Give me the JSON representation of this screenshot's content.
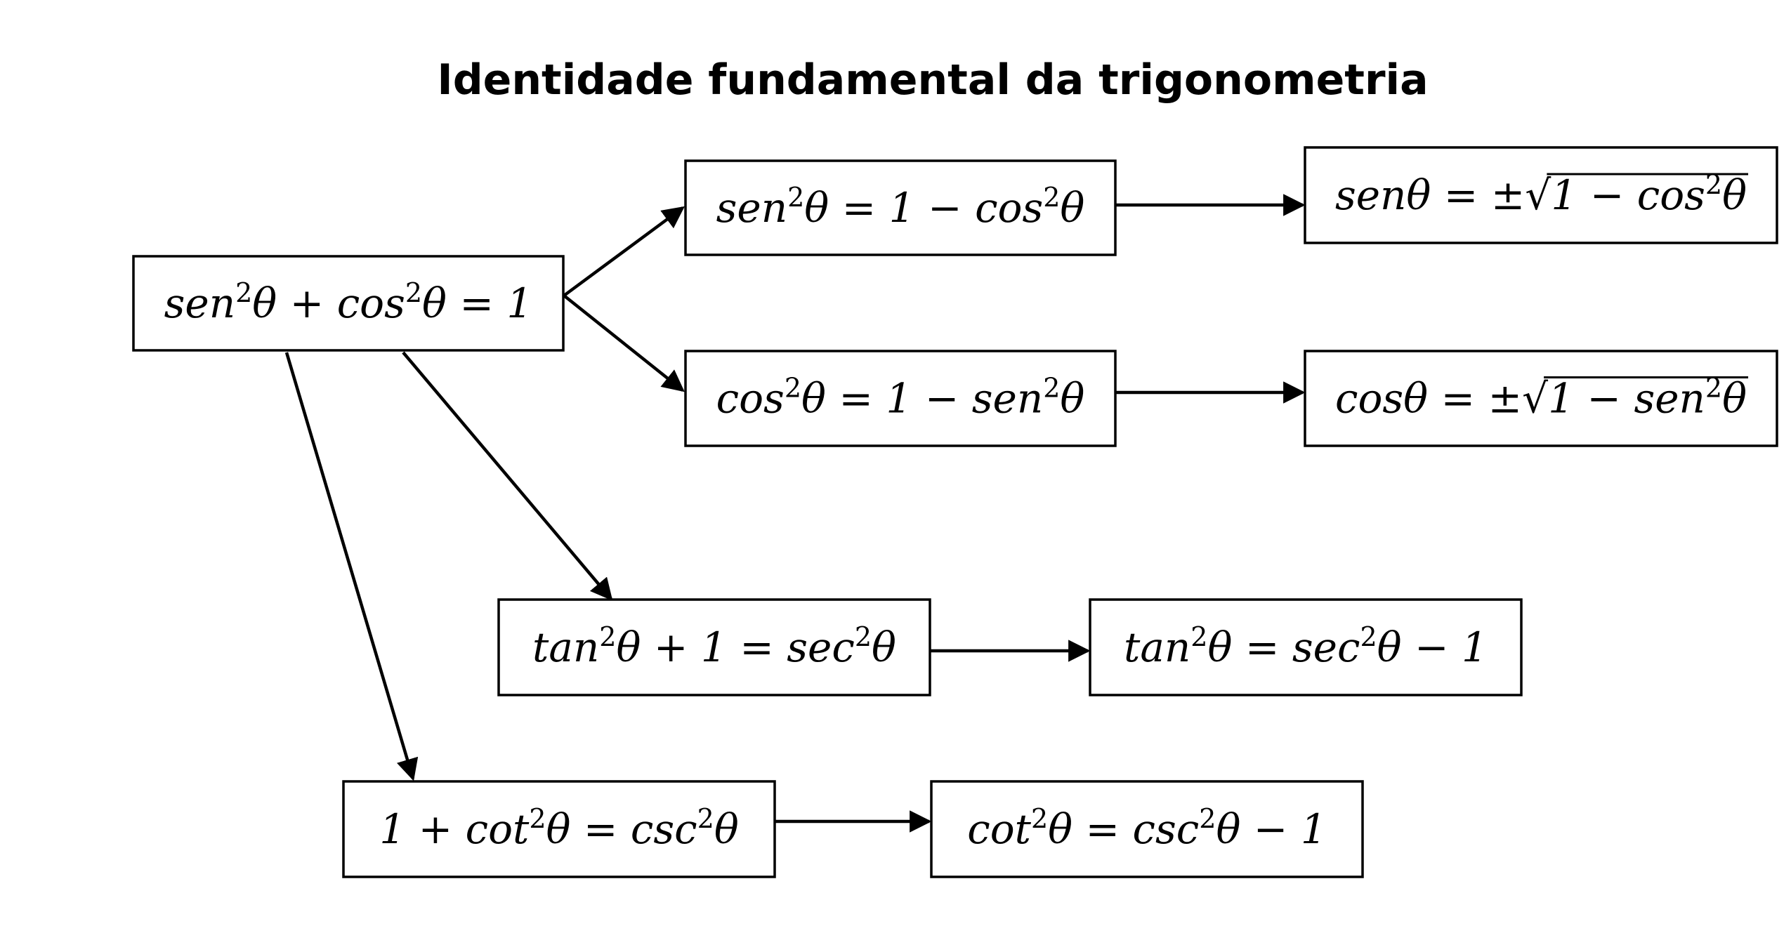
{
  "title": "Identidade fundamental da trigonometria",
  "nodes": [
    {
      "id": "main-identity",
      "parts": [
        [
          "sen",
          "i"
        ],
        [
          "2",
          "s"
        ],
        [
          "θ + ",
          "i"
        ],
        [
          "cos",
          "i"
        ],
        [
          "2",
          "s"
        ],
        [
          "θ = 1",
          "i"
        ]
      ]
    },
    {
      "id": "sen2-form",
      "parts": [
        [
          "sen",
          "i"
        ],
        [
          "2",
          "s"
        ],
        [
          "θ = 1 − ",
          "i"
        ],
        [
          "cos",
          "i"
        ],
        [
          "2",
          "s"
        ],
        [
          "θ",
          "i"
        ]
      ]
    },
    {
      "id": "sen-root",
      "parts": [
        [
          "senθ = ±",
          "i"
        ],
        [
          "√",
          "n"
        ],
        [
          "1 − ",
          "i"
        ],
        [
          "cos",
          "i"
        ],
        [
          "2",
          "s"
        ],
        [
          "θ",
          "i"
        ]
      ],
      "overline_from": 2
    },
    {
      "id": "cos2-form",
      "parts": [
        [
          "cos",
          "i"
        ],
        [
          "2",
          "s"
        ],
        [
          "θ = 1 − ",
          "i"
        ],
        [
          "sen",
          "i"
        ],
        [
          "2",
          "s"
        ],
        [
          "θ",
          "i"
        ]
      ]
    },
    {
      "id": "cos-root",
      "parts": [
        [
          "cosθ = ±",
          "i"
        ],
        [
          "√",
          "n"
        ],
        [
          "1 − ",
          "i"
        ],
        [
          "sen",
          "i"
        ],
        [
          "2",
          "s"
        ],
        [
          "θ",
          "i"
        ]
      ],
      "overline_from": 2
    },
    {
      "id": "tan-identity",
      "parts": [
        [
          "tan",
          "i"
        ],
        [
          "2",
          "s"
        ],
        [
          "θ + 1 = ",
          "i"
        ],
        [
          "sec",
          "i"
        ],
        [
          "2",
          "s"
        ],
        [
          "θ",
          "i"
        ]
      ]
    },
    {
      "id": "tan2-form",
      "parts": [
        [
          "tan",
          "i"
        ],
        [
          "2",
          "s"
        ],
        [
          "θ = ",
          "i"
        ],
        [
          "sec",
          "i"
        ],
        [
          "2",
          "s"
        ],
        [
          "θ − 1",
          "i"
        ]
      ]
    },
    {
      "id": "cot-identity",
      "parts": [
        [
          "1 + ",
          "i"
        ],
        [
          "cot",
          "i"
        ],
        [
          "2",
          "s"
        ],
        [
          "θ = ",
          "i"
        ],
        [
          "csc",
          "i"
        ],
        [
          "2",
          "s"
        ],
        [
          "θ",
          "i"
        ]
      ]
    },
    {
      "id": "cot2-form",
      "parts": [
        [
          "cot",
          "i"
        ],
        [
          "2",
          "s"
        ],
        [
          "θ = ",
          "i"
        ],
        [
          "csc",
          "i"
        ],
        [
          "2",
          "s"
        ],
        [
          "θ − 1",
          "i"
        ]
      ]
    }
  ],
  "edges": [
    {
      "from": "main-identity",
      "to": "sen2-form"
    },
    {
      "from": "main-identity",
      "to": "cos2-form"
    },
    {
      "from": "main-identity",
      "to": "tan-identity"
    },
    {
      "from": "main-identity",
      "to": "cot-identity"
    },
    {
      "from": "sen2-form",
      "to": "sen-root"
    },
    {
      "from": "cos2-form",
      "to": "cos-root"
    },
    {
      "from": "tan-identity",
      "to": "tan2-form"
    },
    {
      "from": "cot-identity",
      "to": "cot2-form"
    }
  ],
  "colors": {
    "stroke": "#000000",
    "fill": "#ffffff",
    "text": "#000000"
  }
}
